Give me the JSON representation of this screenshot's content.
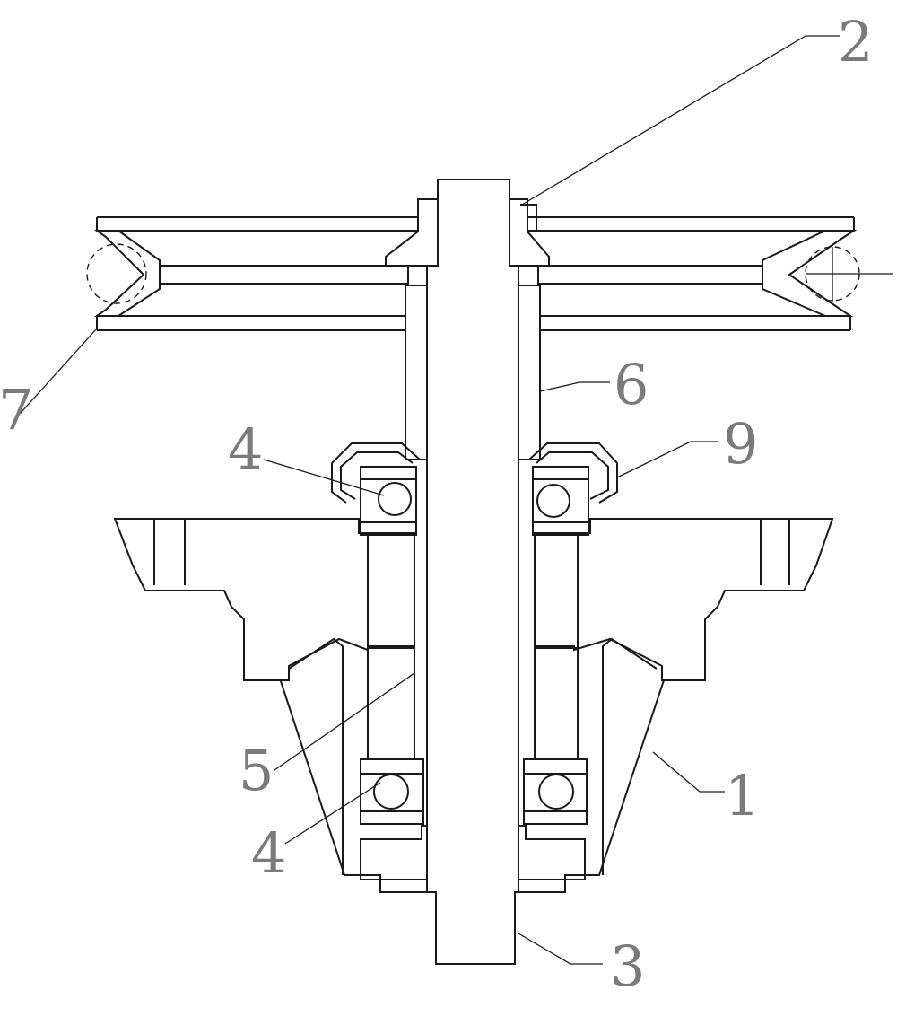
{
  "callouts": [
    {
      "id": "part-2",
      "label": "2"
    },
    {
      "id": "part-7",
      "label": "7"
    },
    {
      "id": "part-6",
      "label": "6"
    },
    {
      "id": "part-4-upper",
      "label": "4"
    },
    {
      "id": "part-9",
      "label": "9"
    },
    {
      "id": "part-5",
      "label": "5"
    },
    {
      "id": "part-1",
      "label": "1"
    },
    {
      "id": "part-4-lower",
      "label": "4"
    },
    {
      "id": "part-3",
      "label": "3"
    }
  ],
  "colors": {
    "line": "#1a1a1a",
    "callout_text": "#7a7a7a",
    "background": "#ffffff"
  }
}
